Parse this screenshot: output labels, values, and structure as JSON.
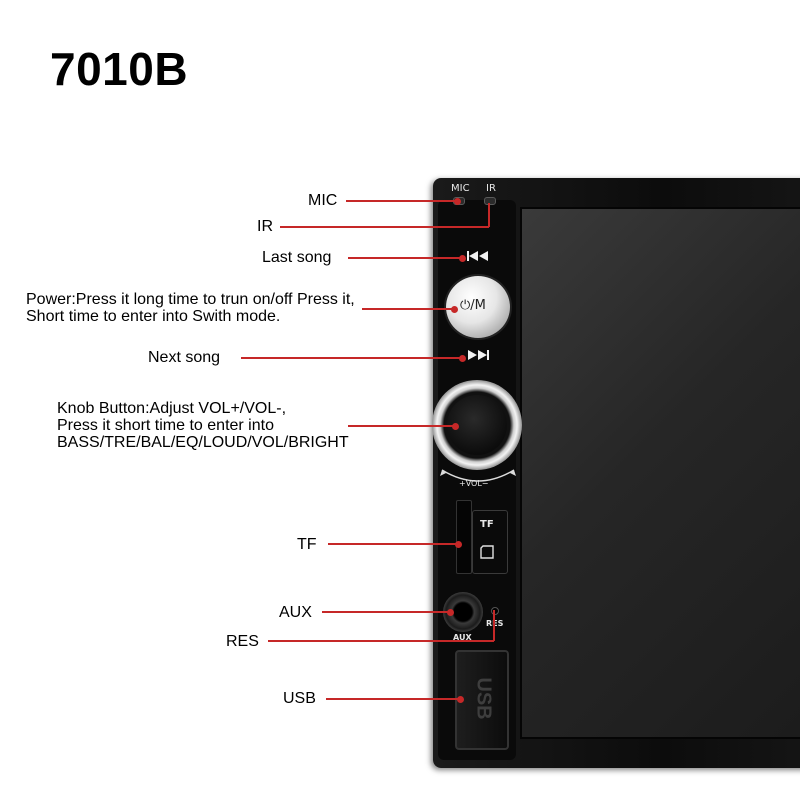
{
  "title": "7010B",
  "labels": {
    "mic": "MIC",
    "ir": "IR",
    "last_song": "Last song",
    "power": "Power:Press it long time to trun on/off Press it,\nShort time to enter into Swith mode.",
    "next_song": "Next song",
    "knob": "Knob Button:Adjust VOL+/VOL-,\nPress it short time to enter into\nBASS/TRE/BAL/EQ/LOUD/VOL/BRIGHT",
    "tf": "TF",
    "aux": "AUX",
    "res": "RES",
    "usb": "USB"
  },
  "device": {
    "mic_print": "MIC",
    "ir_print": "IR",
    "power_print": "⏻/M",
    "vol_print": "+VOL−",
    "tf_print": "TF",
    "aux_print": "AUX",
    "res_print": "RES",
    "usb_print": "USB"
  },
  "colors": {
    "leader_line": "#c62828",
    "device_body": "#111111",
    "screen": "#2a2a2a"
  },
  "icons": {
    "last_song": "skip-previous-icon",
    "next_song": "skip-next-icon",
    "power": "power-icon",
    "sd_card": "sd-card-icon"
  }
}
